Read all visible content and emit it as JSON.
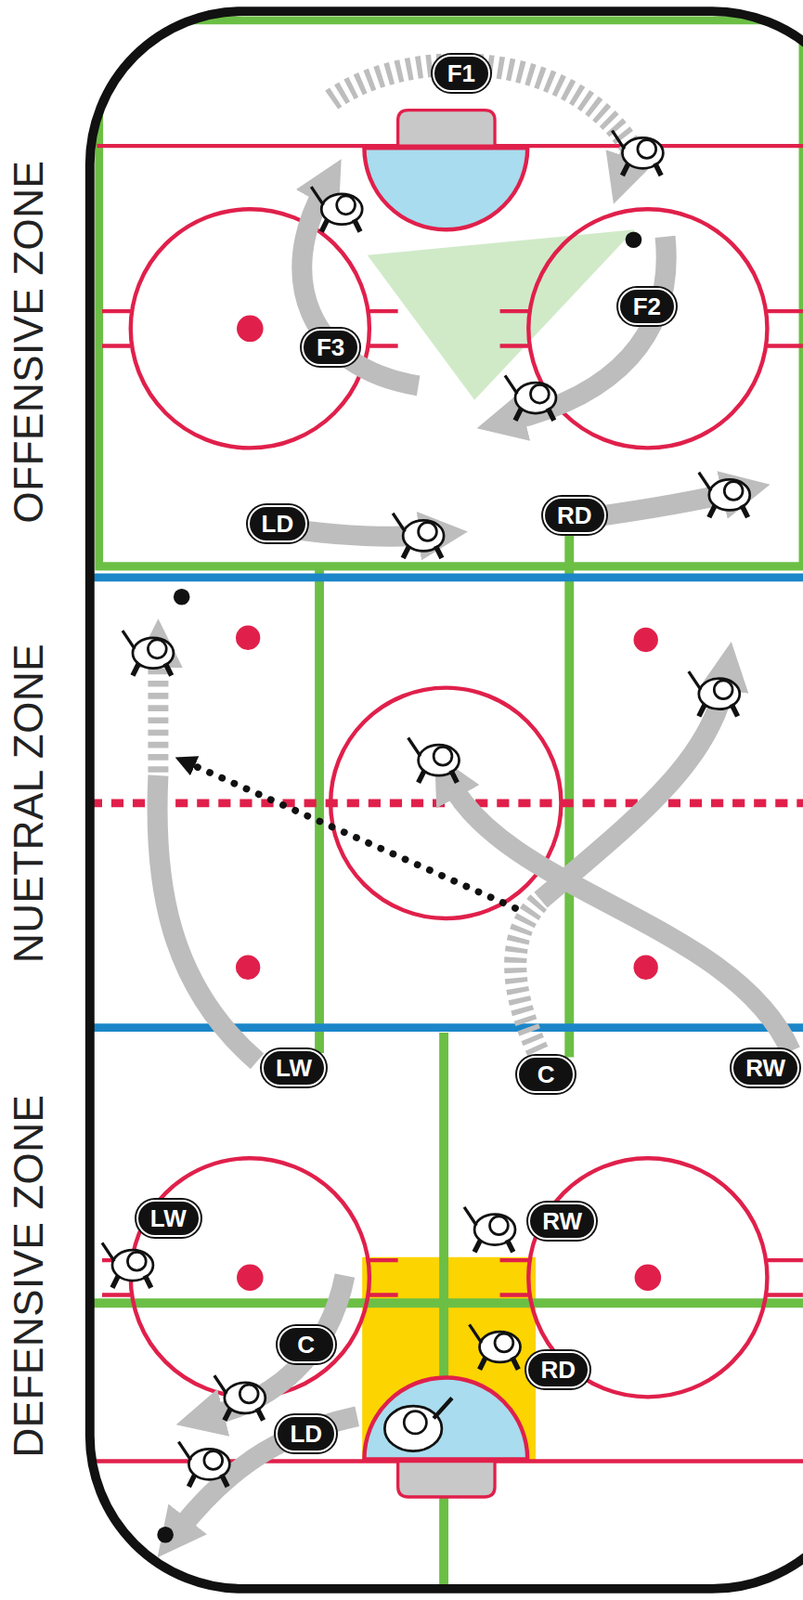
{
  "diagram": {
    "nodes": [
      {
        "text": [
          "F1"
        ]
      },
      {
        "text": [
          "F2"
        ]
      },
      {
        "text": [
          "F3"
        ]
      },
      {
        "text": [
          "LD"
        ]
      },
      {
        "text": [
          "RD"
        ]
      },
      {
        "text": [
          "LW"
        ]
      },
      {
        "text": [
          "C"
        ]
      },
      {
        "text": [
          "RW"
        ]
      },
      {
        "text": [
          "LW"
        ]
      },
      {
        "text": [
          "RW"
        ]
      },
      {
        "text": [
          "C"
        ]
      },
      {
        "text": [
          "RD"
        ]
      },
      {
        "text": [
          "LD"
        ]
      }
    ],
    "labels": [
      "OFFENSIVE ZONE",
      "NUETRAL ZONE",
      "DEFENSIVE ZONE"
    ]
  }
}
